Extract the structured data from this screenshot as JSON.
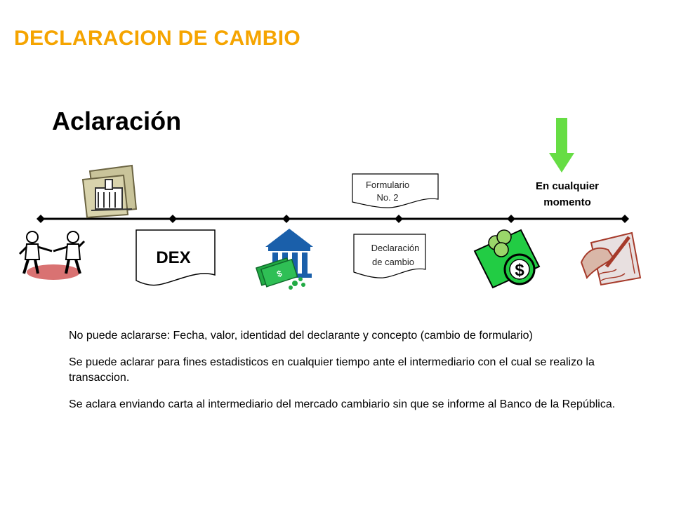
{
  "slide": {
    "title": "DECLARACION DE CAMBIO",
    "subtitle": "Aclaración"
  },
  "timeline": {
    "doc_dex": "DEX",
    "doc_formulario_line1": "Formulario",
    "doc_formulario_line2": "No. 2",
    "doc_declaracion_line1": "Declaración",
    "doc_declaracion_line2": "de cambio",
    "moment_line1": "En cualquier",
    "moment_line2": "momento",
    "bill_symbol": "$",
    "cash_symbol": "$"
  },
  "body": {
    "bullet1": "No puede aclararse: Fecha, valor, identidad del declarante y concepto (cambio de formulario)",
    "bullet2": "Se puede aclarar para fines estadisticos en cualquier tiempo ante el intermediario con el cual  se realizo la transaccion.",
    "bullet3": "Se aclara enviando carta al intermediario del mercado cambiario sin que se informe al Banco  de la República."
  },
  "colors": {
    "title": "#f5a400",
    "arrow": "#66dd44",
    "money_green": "#22aa44",
    "bank_blue": "#1a5faa",
    "sketch_red": "#a63a2a"
  }
}
